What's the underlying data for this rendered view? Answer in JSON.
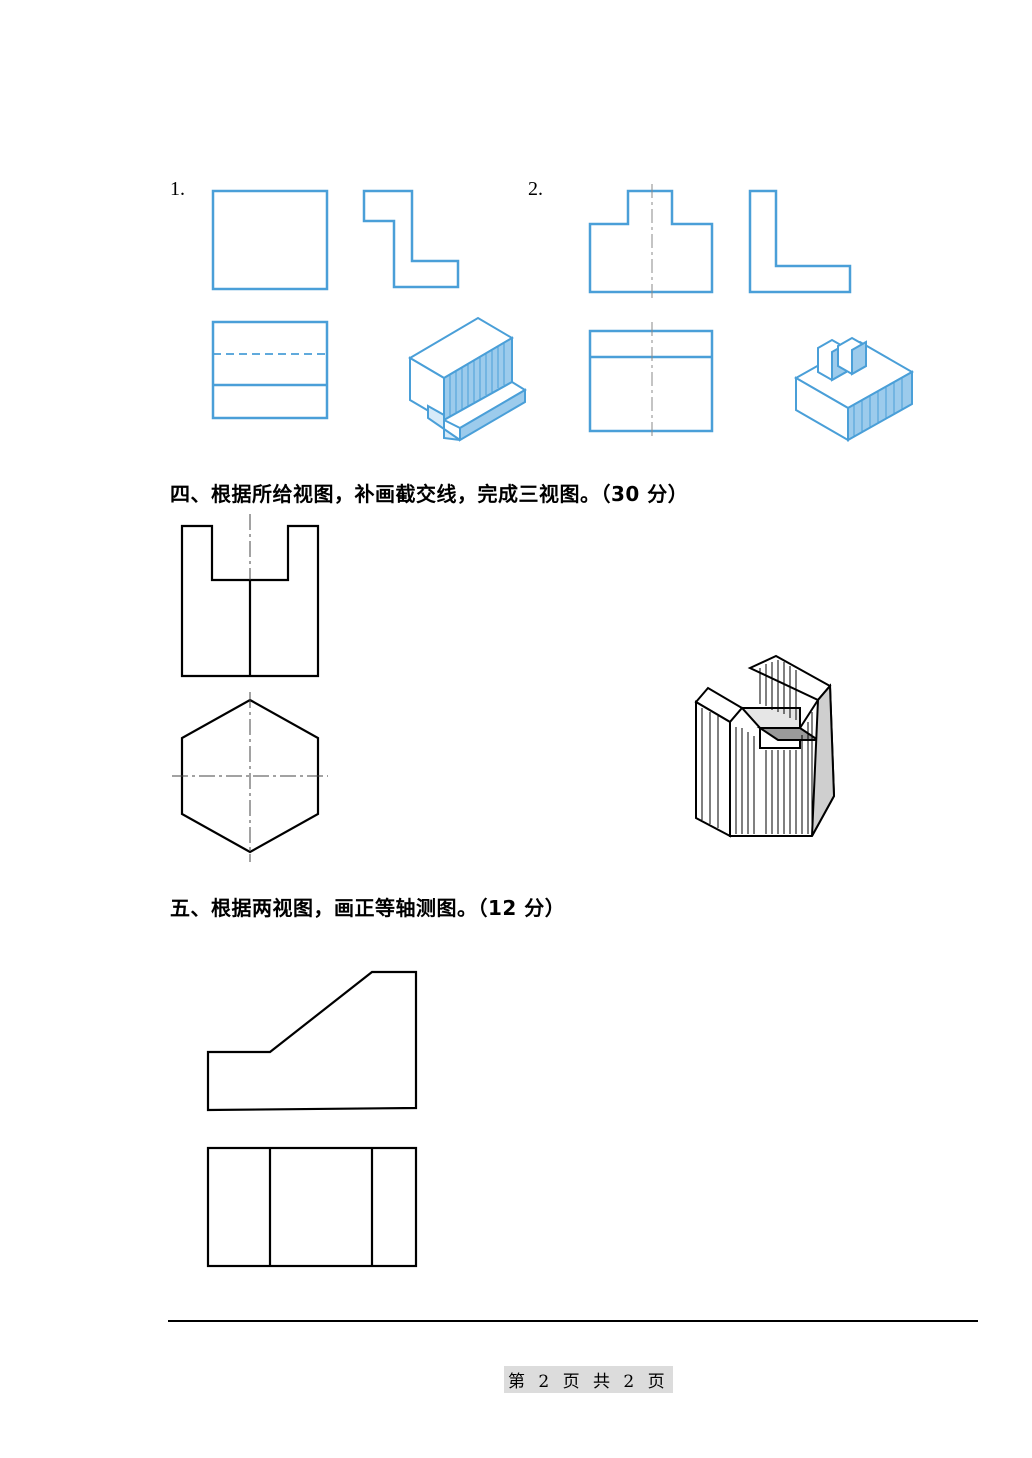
{
  "problems": {
    "p1_number": "1.",
    "p2_number": "2."
  },
  "section4": {
    "heading": "四、根据所给视图，补画截交线，完成三视图。（30 分）"
  },
  "section5": {
    "heading": "五、根据两视图，画正等轴测图。（12 分）"
  },
  "footer": {
    "page_text": "第 2 页 共 2 页"
  },
  "colors": {
    "blue_line": "#4a9fd8",
    "black_line": "#000000",
    "center_line": "#555555"
  }
}
